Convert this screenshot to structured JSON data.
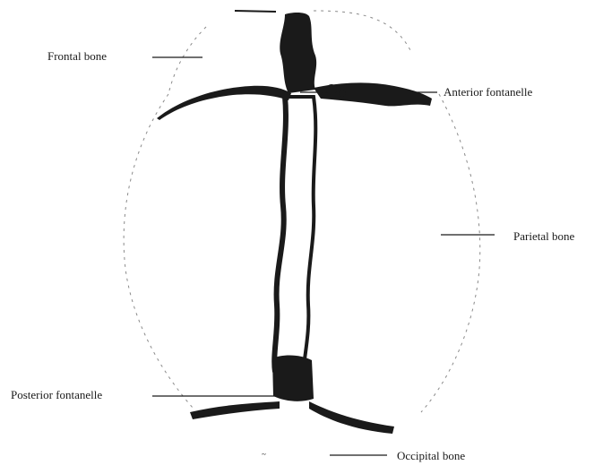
{
  "diagram": {
    "labels": {
      "frontal_bone": "Frontal bone",
      "anterior_fontanelle": "Anterior fontanelle",
      "parietal_bone": "Parietal bone",
      "posterior_fontanelle": "Posterior fontanelle",
      "occipital_bone": "Occipital bone"
    },
    "colors": {
      "ink": "#1a1a1a",
      "outline": "#8a8a8a",
      "background": "#ffffff"
    }
  }
}
